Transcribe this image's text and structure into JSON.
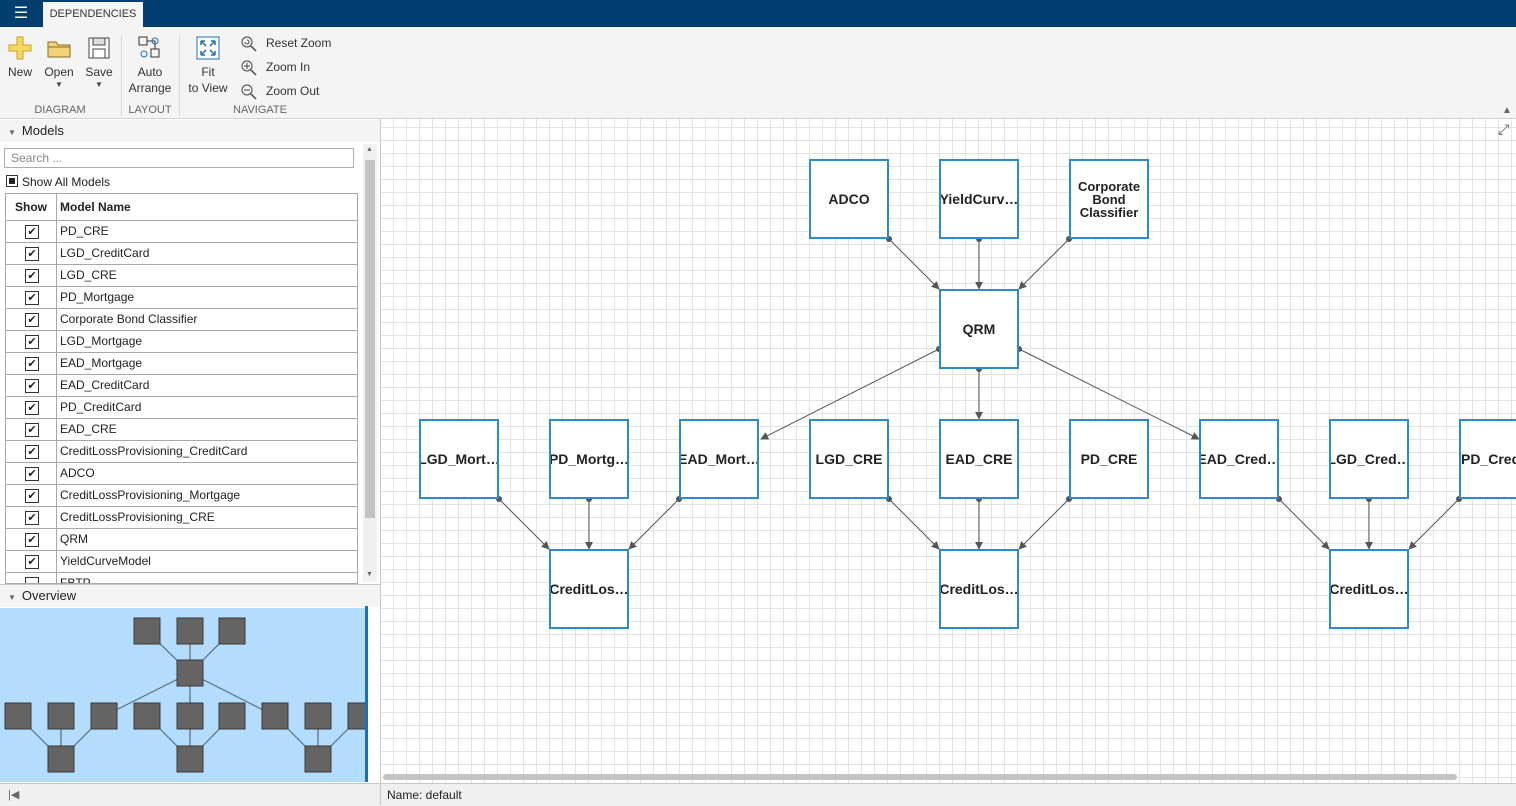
{
  "toolstrip": {
    "tab": "DEPENDENCIES"
  },
  "ribbon": {
    "new": "New",
    "open": "Open",
    "save": "Save",
    "auto_arrange_1": "Auto",
    "auto_arrange_2": "Arrange",
    "fit_1": "Fit",
    "fit_2": "to View",
    "reset_zoom": "Reset Zoom",
    "zoom_in": "Zoom In",
    "zoom_out": "Zoom Out",
    "groups": {
      "diagram": "DIAGRAM",
      "layout": "LAYOUT",
      "navigate": "NAVIGATE"
    }
  },
  "models": {
    "header": "Models",
    "search_placeholder": "Search ...",
    "show_all": "Show All Models",
    "col_show": "Show",
    "col_name": "Model Name",
    "rows": [
      {
        "name": "PD_CRE",
        "checked": true
      },
      {
        "name": "LGD_CreditCard",
        "checked": true
      },
      {
        "name": "LGD_CRE",
        "checked": true
      },
      {
        "name": "PD_Mortgage",
        "checked": true
      },
      {
        "name": "Corporate Bond Classifier",
        "checked": true
      },
      {
        "name": "LGD_Mortgage",
        "checked": true
      },
      {
        "name": "EAD_Mortgage",
        "checked": true
      },
      {
        "name": "EAD_CreditCard",
        "checked": true
      },
      {
        "name": "PD_CreditCard",
        "checked": true
      },
      {
        "name": "EAD_CRE",
        "checked": true
      },
      {
        "name": "CreditLossProvisioning_CreditCard",
        "checked": true
      },
      {
        "name": "ADCO",
        "checked": true
      },
      {
        "name": "CreditLossProvisioning_Mortgage",
        "checked": true
      },
      {
        "name": "CreditLossProvisioning_CRE",
        "checked": true
      },
      {
        "name": "QRM",
        "checked": true
      },
      {
        "name": "YieldCurveModel",
        "checked": true
      },
      {
        "name": "FBTP",
        "checked": false
      }
    ]
  },
  "overview": {
    "header": "Overview"
  },
  "diagram": {
    "nodes": {
      "adco": "ADCO",
      "yield": "YieldCurv…",
      "corp": "Corporate Bond Classifier",
      "qrm": "QRM",
      "lgd_mort": "LGD_Mort…",
      "pd_mort": "PD_Mortg…",
      "ead_mort": "EAD_Mort…",
      "lgd_cre": "LGD_CRE",
      "ead_cre": "EAD_CRE",
      "pd_cre": "PD_CRE",
      "ead_cred": "EAD_Cred…",
      "lgd_cred": "LGD_Cred…",
      "pd_cred": "PD_Cred",
      "clp_mort": "CreditLos…",
      "clp_cre": "CreditLos…",
      "clp_cred": "CreditLos…"
    }
  },
  "status": {
    "name": "Name: default"
  },
  "colors": {
    "titlebar": "#023e70",
    "node_border": "#2b8ad0",
    "overview_bg": "#b3dcfd",
    "overview_node": "#646464"
  }
}
